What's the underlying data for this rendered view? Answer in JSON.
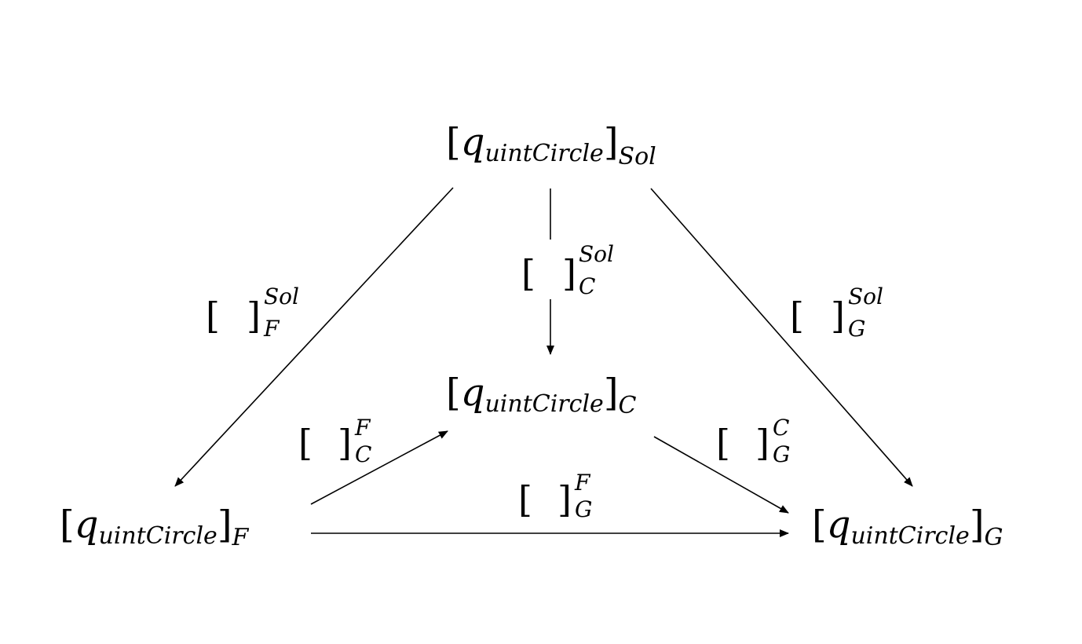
{
  "nodes": {
    "top": {
      "base": "q",
      "index": "uintCircle",
      "frame": "Sol"
    },
    "middle": {
      "base": "q",
      "index": "uintCircle",
      "frame": "C"
    },
    "left": {
      "base": "q",
      "index": "uintCircle",
      "frame": "F"
    },
    "right": {
      "base": "q",
      "index": "uintCircle",
      "frame": "G"
    }
  },
  "edges": {
    "sol_to_f": {
      "from_frame": "Sol",
      "to_frame": "F"
    },
    "sol_to_c": {
      "from_frame": "Sol",
      "to_frame": "C"
    },
    "sol_to_g": {
      "from_frame": "Sol",
      "to_frame": "G"
    },
    "f_to_c": {
      "from_frame": "F",
      "to_frame": "C"
    },
    "c_to_g": {
      "from_frame": "C",
      "to_frame": "G"
    },
    "f_to_g": {
      "from_frame": "F",
      "to_frame": "G"
    }
  },
  "colors": {
    "ink": "#000000",
    "background": "#ffffff"
  }
}
